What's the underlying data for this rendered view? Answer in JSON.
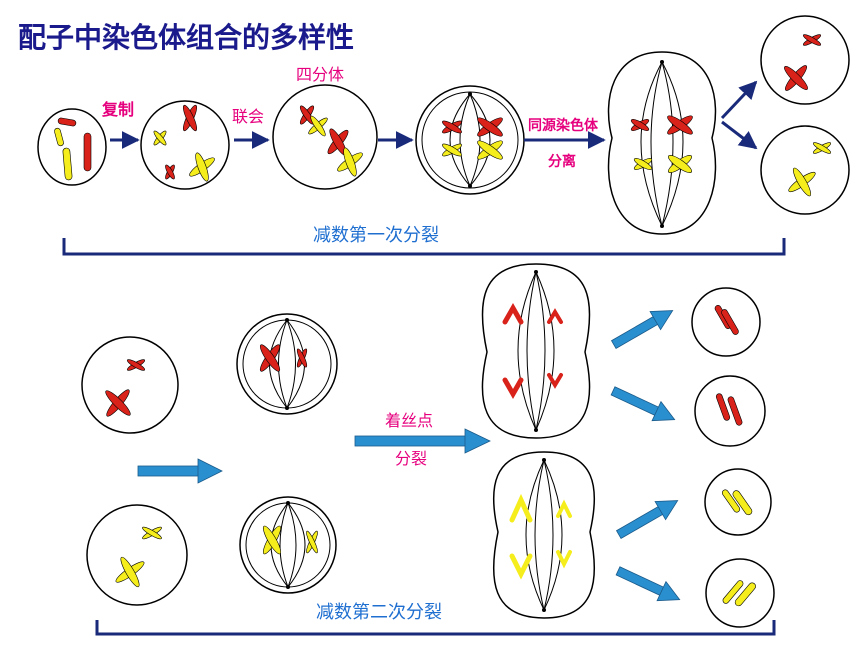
{
  "title": "配子中染色体组合的多样性",
  "labels": {
    "replication": "复制",
    "synapsis": "联会",
    "tetrad": "四分体",
    "homolog_separation_line1": "同源染色体",
    "homolog_separation_line2": "分离",
    "centromere_split_line1": "着丝点",
    "centromere_split_line2": "分裂"
  },
  "stages": {
    "meiosis_1": "减数第一次分裂",
    "meiosis_2": "减数第二次分裂"
  },
  "colors": {
    "title": "#1a1a8c",
    "pink_label": "#e6007e",
    "stage_label": "#1f6fd1",
    "arrow_navy": "#1a2a7a",
    "arrow_blue": "#2a8fcf",
    "chrom_red": "#d8221a",
    "chrom_yellow": "#f5ee1c"
  }
}
